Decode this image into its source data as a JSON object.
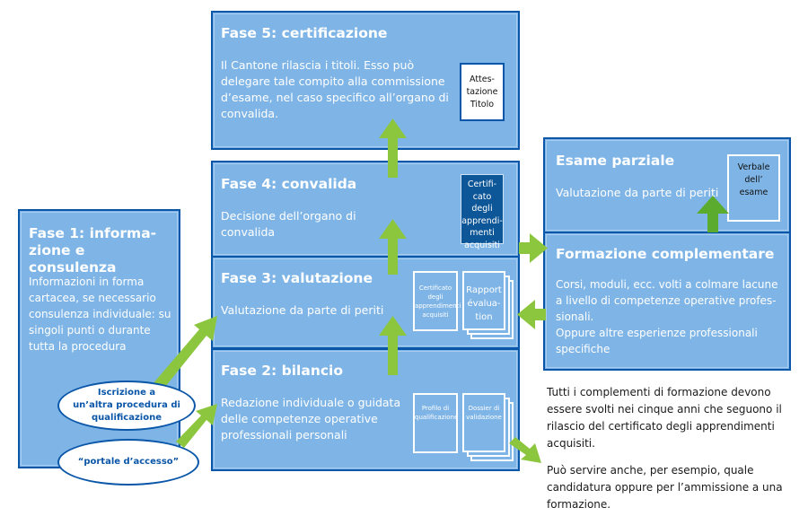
{
  "colors": {
    "box_fill": "#7fb5e6",
    "box_border": "#0a56a8",
    "arrow_green": "#8cc63f",
    "arrow_dark_green": "#5aab2e",
    "dark_doc": "#0d5697",
    "ellipse_text": "#0a56a8"
  },
  "phases": {
    "fase5": {
      "title": "Fase 5: certificazione",
      "description": "Il Cantone rilascia i titoli. Esso può delegare tale compito alla commissione d’esame, nel caso specifico all’organo di convalida.",
      "document": "Attes-tazione Titolo"
    },
    "fase4": {
      "title": "Fase 4: convalida",
      "description": "Decisione dell’organo di convalida",
      "document": "Certifi-cato degli apprendi-menti acquisiti"
    },
    "fase3": {
      "title": "Fase 3: valutazione",
      "description": "Valutazione da parte di periti",
      "documents": [
        "Certificato degli apprendimenti acquisiti",
        "Rapport évalua-tion"
      ]
    },
    "fase2": {
      "title": "Fase 2: bilancio",
      "description": "Redazione individuale o guidata delle competenze operative professionali personali",
      "documents": [
        "Profilo di qualificazione",
        "Dossier di validazione"
      ]
    },
    "fase1": {
      "title": "Fase 1: informa-zione e consulenza",
      "description": "Informazioni in forma cartacea, se necessario consulenza individuale: su singoli punti o durante tutta la procedura"
    }
  },
  "side": {
    "esame": {
      "title": "Esame parziale",
      "description": "Valutazione da parte di periti",
      "document": "Verbale dell’ esame"
    },
    "formazione": {
      "title": "Formazione complementare",
      "description": "Corsi, moduli, ecc. volti a colmare lacune a livello di competenze operative profes-sionali. Oppure altre esperienze professionali specifiche"
    }
  },
  "ellipses": {
    "iscrizione": "Iscrizione a un’altra procedura di qualificazione",
    "portale": "“portale d’accesso”"
  },
  "notes": {
    "note1": "Tutti i complementi di formazione devono essere svolti nei cinque anni che seguono il rilascio del certificato degli apprendimenti acquisiti.",
    "note2": "Può servire anche, per esempio, quale candidatura oppure per l’ammissione a una formazione."
  }
}
